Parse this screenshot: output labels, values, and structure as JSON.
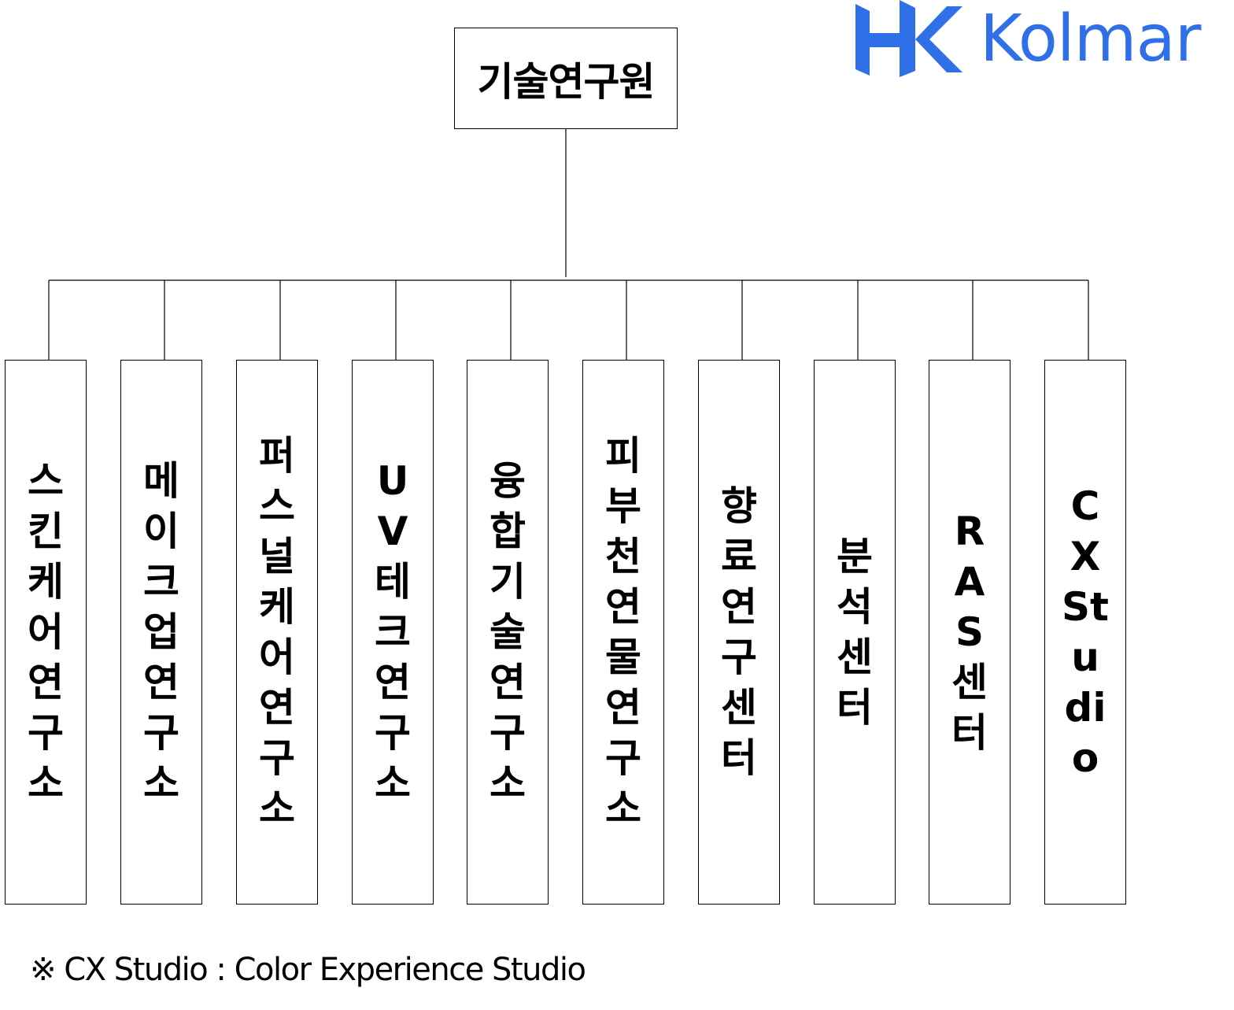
{
  "logo": {
    "text": "Kolmar",
    "mark": "HK",
    "color": "#2f6fe8"
  },
  "root": {
    "label": "기술연구원"
  },
  "units": [
    {
      "label": "스킨케어연구소"
    },
    {
      "label": "메이크업연구소"
    },
    {
      "label": "퍼스널케어연구소"
    },
    {
      "label": "UV테크연구소"
    },
    {
      "label": "융합기술연구소"
    },
    {
      "label": "피부천연물연구소"
    },
    {
      "label": "향료연구센터"
    },
    {
      "label": "분석센터"
    },
    {
      "label": "RAS센터"
    },
    {
      "label": "CXStudio"
    }
  ],
  "footnote": "※ CX Studio : Color Experience Studio"
}
